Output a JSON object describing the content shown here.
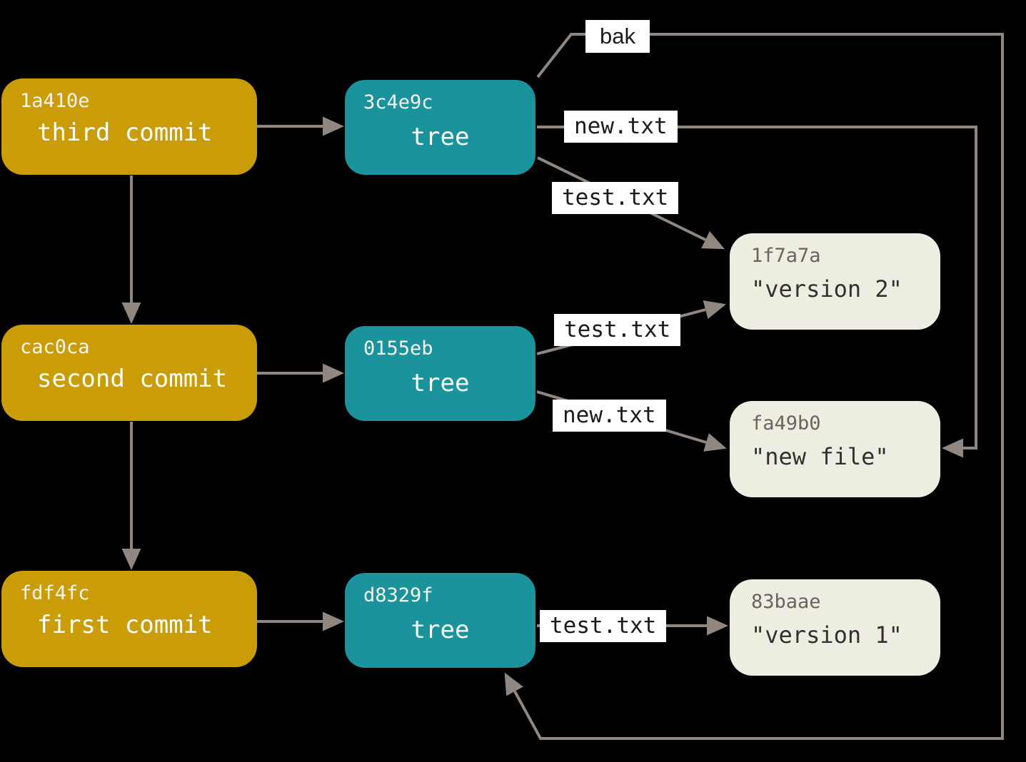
{
  "canvas": {
    "background": "#000000"
  },
  "palette": {
    "commit_fill": "#ca9d08",
    "tree_fill": "#1a939c",
    "blob_fill": "#eeede2",
    "connector": "#8f8780",
    "edge_label_bg": "#ffffff",
    "edge_label_text": "#1b1b1b",
    "node_text": "#ffffff",
    "blob_hash_text": "#67655e",
    "blob_value_text": "#33312b"
  },
  "commits": [
    {
      "hash": "1a410e",
      "label": "third commit"
    },
    {
      "hash": "cac0ca",
      "label": "second commit"
    },
    {
      "hash": "fdf4fc",
      "label": "first commit"
    }
  ],
  "trees": [
    {
      "hash": "3c4e9c",
      "label": "tree"
    },
    {
      "hash": "0155eb",
      "label": "tree"
    },
    {
      "hash": "d8329f",
      "label": "tree"
    }
  ],
  "blobs": [
    {
      "hash": "1f7a7a",
      "label": "\"version 2\""
    },
    {
      "hash": "fa49b0",
      "label": "\"new file\""
    },
    {
      "hash": "83baae",
      "label": "\"version 1\""
    }
  ],
  "edge_labels": {
    "tree1_bak": "bak",
    "tree1_new": "new.txt",
    "tree1_test": "test.txt",
    "tree2_test": "test.txt",
    "tree2_new": "new.txt",
    "tree3_test": "test.txt"
  }
}
